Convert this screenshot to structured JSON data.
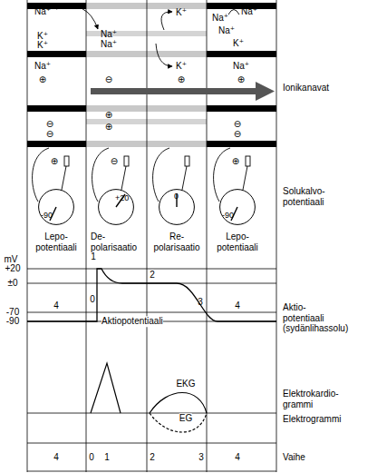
{
  "diagram": {
    "nodes": [
      {
        "text": [
          "-90"
        ]
      },
      {
        "text": [
          "+20"
        ]
      },
      {
        "text": [
          "0"
        ]
      },
      {
        "text": [
          "-90"
        ]
      }
    ],
    "labels": [
      "Na⁺",
      "K⁺",
      "K⁺",
      "Na⁺",
      "⊕",
      "Na⁺",
      "Na⁺",
      "⊖",
      "K⁺",
      "K⁺",
      "⊕",
      "Na⁺",
      "Na⁺",
      "Na⁺",
      "K⁺",
      "Na⁺",
      "⊕",
      "Ionikanavat",
      "⊖",
      "⊖",
      "⊕",
      "⊕",
      "⊖",
      "⊖",
      "⊕",
      "⊖",
      "⊕",
      "Solukalvo- potentiaali",
      "Lepo- potentiaali",
      "De- polarisaatio",
      "1",
      "Re- polarisaatio",
      "Lepo- potentiaali",
      "mV",
      "+20",
      "±0",
      "-70",
      "-90",
      "2",
      "4",
      "0",
      "3",
      "4",
      "Aktiopotentiaali",
      "Aktio- potentiaali (sydänlihassolu)",
      "EKG",
      "Elektrokardio- grammi",
      "EG",
      "Elektrogrammi",
      "4",
      "0",
      "1",
      "2",
      "3",
      "4",
      "Vaihe"
    ]
  }
}
